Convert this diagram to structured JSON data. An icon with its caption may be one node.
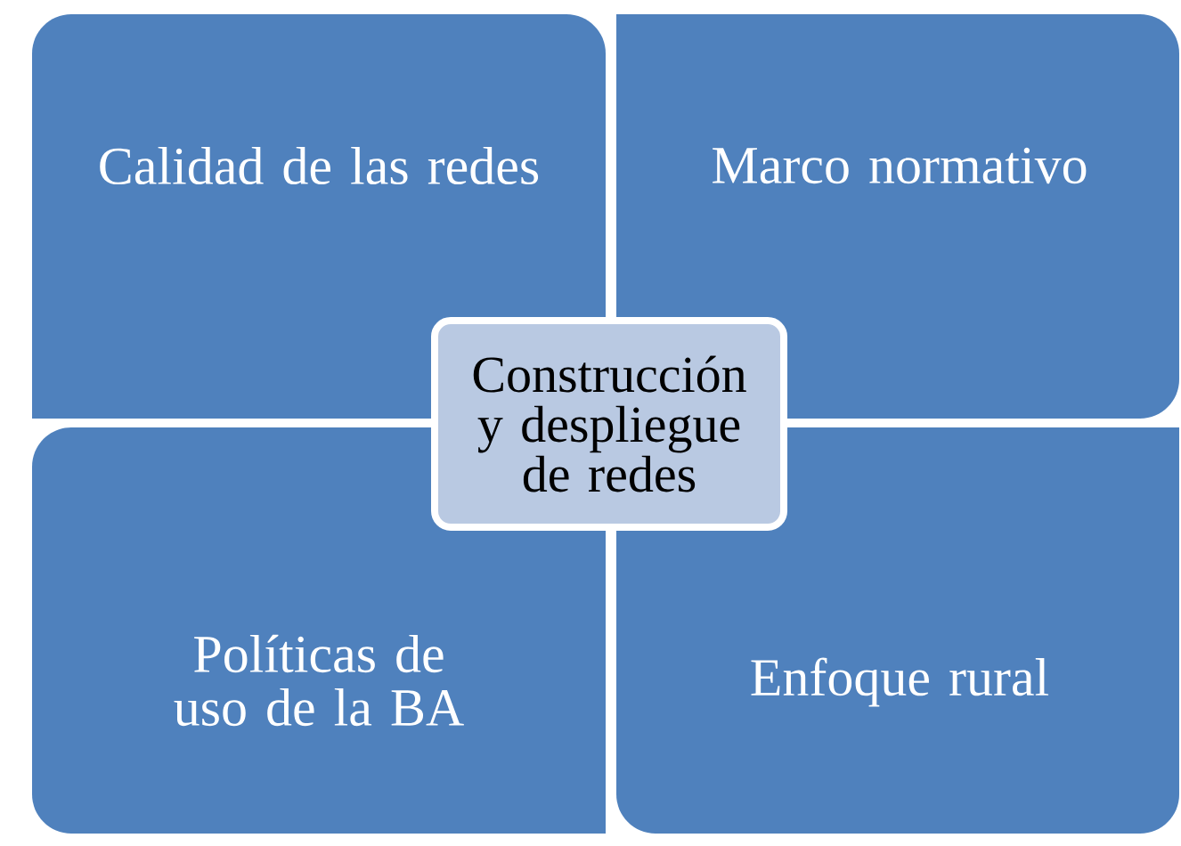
{
  "diagram": {
    "nodes": [
      {
        "text": [
          "Calidad de las redes"
        ]
      },
      {
        "text": [
          "Marco normativo"
        ]
      },
      {
        "text": [
          "Construcción y despliegue de redes"
        ]
      },
      {
        "text": [
          "Políticas de uso de la BA"
        ]
      },
      {
        "text": [
          "Enfoque rural"
        ]
      }
    ]
  }
}
